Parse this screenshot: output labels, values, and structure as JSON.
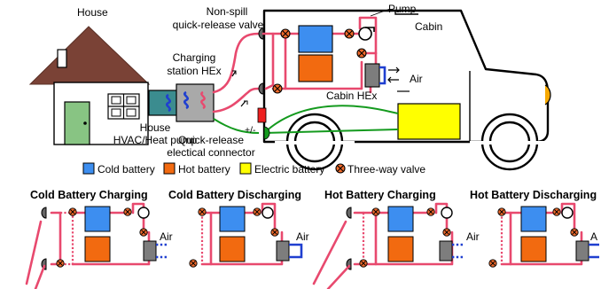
{
  "colors": {
    "cold_battery": "#3d8ef0",
    "hot_battery": "#f26a10",
    "electric_battery": "#ffff00",
    "valve": "#f06a2a",
    "pipe": "#e8496e",
    "air_pipe": "#1f3fd0",
    "electric_wire": "#149a1e",
    "roof": "#7a4236",
    "door": "#88c483",
    "station": "#a9a9a9",
    "house_hex": "#3b8c8f",
    "headlight": "#f6a800"
  },
  "labels": {
    "house": "House",
    "cabin": "Cabin",
    "pump": "Pump",
    "valve_line1": "Non-spill",
    "valve_line2": "quick-release valve",
    "station_line1": "Charging",
    "station_line2": "station HEx",
    "hvac_line1": "House",
    "hvac_line2": "HVAC/Heat pump",
    "connector_line1": "Quick-release",
    "connector_line2": "electical connector",
    "polarity": "+/-",
    "cabin_hex": "Cabin HEx",
    "air": "Air"
  },
  "legend": {
    "cold": "Cold battery",
    "hot": "Hot battery",
    "electric": "Electric battery",
    "valve": "Three-way valve"
  },
  "modes": [
    {
      "title": "Cold Battery Charging",
      "air": "Air"
    },
    {
      "title": "Cold Battery Discharging",
      "air": "Air"
    },
    {
      "title": "Hot Battery Charging",
      "air": "Air"
    },
    {
      "title": "Hot Battery Discharging",
      "air": "A"
    }
  ]
}
